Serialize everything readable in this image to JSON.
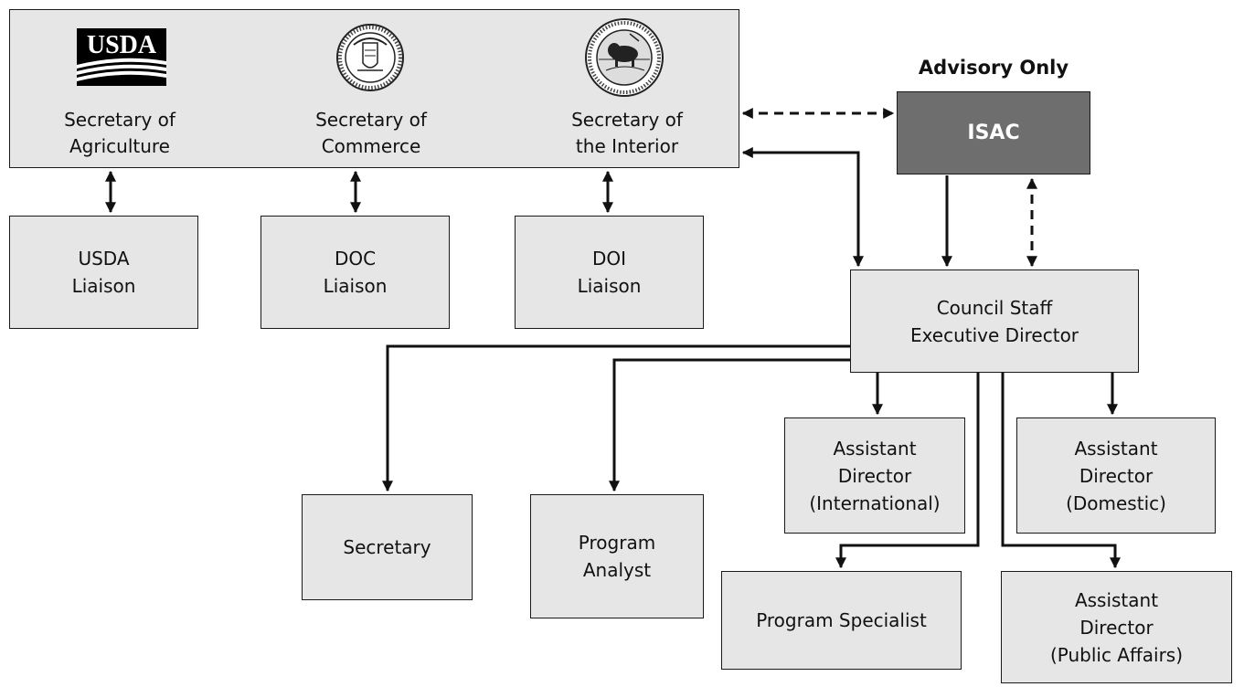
{
  "secretaries": [
    {
      "line1": "Secretary of",
      "line2": "Agriculture",
      "logo": "USDA"
    },
    {
      "line1": "Secretary of",
      "line2": "Commerce",
      "logo": "doc-seal"
    },
    {
      "line1": "Secretary of",
      "line2": "the Interior",
      "logo": "doi-seal"
    }
  ],
  "liaisons": [
    {
      "line1": "USDA",
      "line2": "Liaison"
    },
    {
      "line1": "DOC",
      "line2": "Liaison"
    },
    {
      "line1": "DOI",
      "line2": "Liaison"
    }
  ],
  "advisory_label": "Advisory Only",
  "isac_label": "ISAC",
  "executive": {
    "line1": "Council Staff",
    "line2": "Executive Director"
  },
  "staff": {
    "secretary": "Secretary",
    "program_analyst": {
      "line1": "Program",
      "line2": "Analyst"
    },
    "program_specialist": "Program Specialist",
    "ad_international": {
      "line1": "Assistant",
      "line2": "Director",
      "line3": "(International)"
    },
    "ad_domestic": {
      "line1": "Assistant",
      "line2": "Director",
      "line3": "(Domestic)"
    },
    "ad_public_affairs": {
      "line1": "Assistant",
      "line2": "Director",
      "line3": "(Public Affairs)"
    }
  },
  "colors": {
    "box_fill": "#e6e6e6",
    "isac_fill": "#6e6e6e",
    "line": "#111111"
  }
}
